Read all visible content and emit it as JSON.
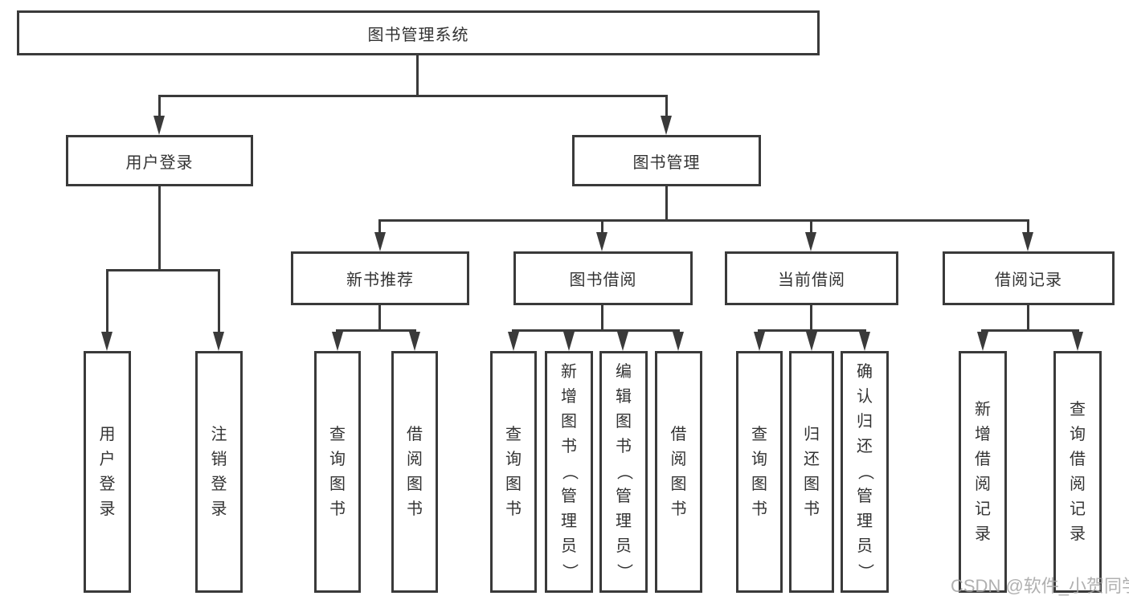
{
  "colors": {
    "line": "#3a3a3a",
    "text": "#333333",
    "watermark": "#a3a3a3",
    "background": "#ffffff"
  },
  "root": {
    "label": "图书管理系统"
  },
  "branches": [
    {
      "label": "用户登录",
      "leaves": [
        "用户登录",
        "注销登录"
      ]
    },
    {
      "label": "图书管理",
      "groups": [
        {
          "label": "新书推荐",
          "leaves": [
            "查询图书",
            "借阅图书"
          ]
        },
        {
          "label": "图书借阅",
          "leaves": [
            "查询图书",
            "新增图书（管理员）",
            "编辑图书（管理员）",
            "借阅图书"
          ]
        },
        {
          "label": "当前借阅",
          "leaves": [
            "查询图书",
            "归还图书",
            "确认归还（管理员）"
          ]
        },
        {
          "label": "借阅记录",
          "leaves": [
            "新增借阅记录",
            "查询借阅记录"
          ]
        }
      ]
    }
  ],
  "watermark": {
    "text": "CSDN @软件_小贺同学"
  }
}
